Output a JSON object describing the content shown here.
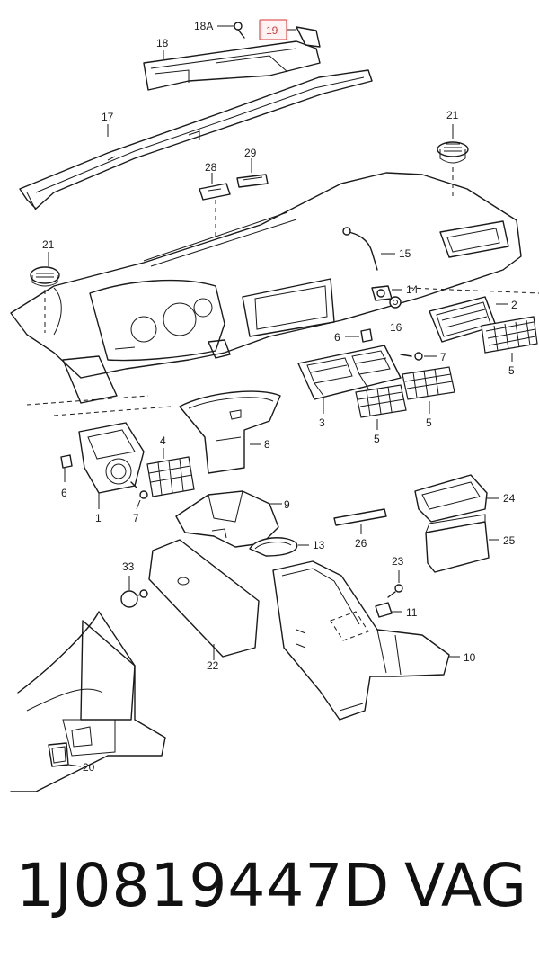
{
  "diagram": {
    "callouts": {
      "c18a": "18A",
      "c19": "19",
      "c18": "18",
      "c17": "17",
      "c21a": "21",
      "c21b": "21",
      "c28": "28",
      "c29": "29",
      "c15": "15",
      "c14": "14",
      "c16": "16",
      "c2": "2",
      "c5a": "5",
      "c6a": "6",
      "c7a": "7",
      "c3": "3",
      "c5b": "5",
      "c5c": "5",
      "c4": "4",
      "c8": "8",
      "c6b": "6",
      "c1": "1",
      "c7b": "7",
      "c9": "9",
      "c24": "24",
      "c26": "26",
      "c25": "25",
      "c13": "13",
      "c33": "33",
      "c23": "23",
      "c11": "11",
      "c10": "10",
      "c22": "22",
      "c20": "20"
    },
    "highlighted_callout": "19",
    "highlight_color": "#e05a5a"
  },
  "footer": {
    "part_number": "1J0819447D",
    "brand": "VAG"
  }
}
